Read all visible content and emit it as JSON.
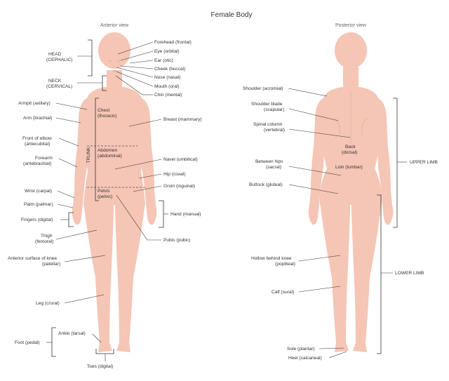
{
  "title": "Female Body",
  "views": {
    "anterior": "Anterior view",
    "posterior": "Posterior view"
  },
  "colors": {
    "skin": "#f5c5b5",
    "skin_shadow": "#ecb1a0",
    "line": "#333333"
  },
  "anterior_left": {
    "head": [
      "HEAD",
      "(CEPHALIC)"
    ],
    "neck": [
      "NECK",
      "(CERVICAL)"
    ],
    "armpit": "Armpit (axillary)",
    "arm": "Arm (brachial)",
    "elbow": [
      "Front of elbow",
      "(antecubital)"
    ],
    "forearm": [
      "Forearm",
      "(antebrachial)"
    ],
    "wrist": "Wrist (carpal)",
    "palm": "Palm (palmar)",
    "fingers": "Fingers (digital)",
    "thigh": [
      "Thigh",
      "(femoral)"
    ],
    "knee": [
      "Anterior surface of knee",
      "(patellar)"
    ],
    "leg": "Leg (crural)",
    "foot": "Foot (pedal)",
    "ankle": "Ankle (tarsal)",
    "toes": "Toes (digital)"
  },
  "anterior_right": {
    "forehead": "Forehead (frontal)",
    "eye": "Eye (orbital)",
    "ear": "Ear (otic)",
    "cheek": "Cheek (buccal)",
    "nose": "Nose (nasal)",
    "mouth": "Mouth (oral)",
    "chin": "Chin (mental)",
    "breast": "Breast (mammary)",
    "navel": "Navel (umbilical)",
    "hip": "Hip (coxal)",
    "groin": "Groin (inguinal)",
    "hand": "Hand (manual)",
    "pubis": "Pubis (pubic)"
  },
  "anterior_body": {
    "chest": [
      "Chest",
      "(thoracic)"
    ],
    "abdomen": [
      "Abdomen",
      "(abdominal)"
    ],
    "pelvis": [
      "Pelvis",
      "(pelvic)"
    ],
    "trunk": "TRUNK"
  },
  "posterior_left": {
    "shoulder": "Shoulder (acromial)",
    "shoulder_blade": [
      "Shoulder blade",
      "(scapular)"
    ],
    "spinal": [
      "Spinal column",
      "(vertebral)"
    ],
    "between_hips": [
      "Between hips",
      "(sacral)"
    ],
    "buttock": "Buttock (gluteal)",
    "hollow_knee": [
      "Hollow behind knee",
      "(popliteal)"
    ],
    "calf": "Calf (sural)",
    "sole": "Sole (plantar)",
    "heel": "Heel (calcaneal)"
  },
  "posterior_body": {
    "back": [
      "Back",
      "(dorsal)"
    ],
    "loin": "Loin (lumbar)"
  },
  "posterior_right": {
    "upper_limb": "UPPER LIMB",
    "lower_limb": "LOWER LIMB"
  }
}
